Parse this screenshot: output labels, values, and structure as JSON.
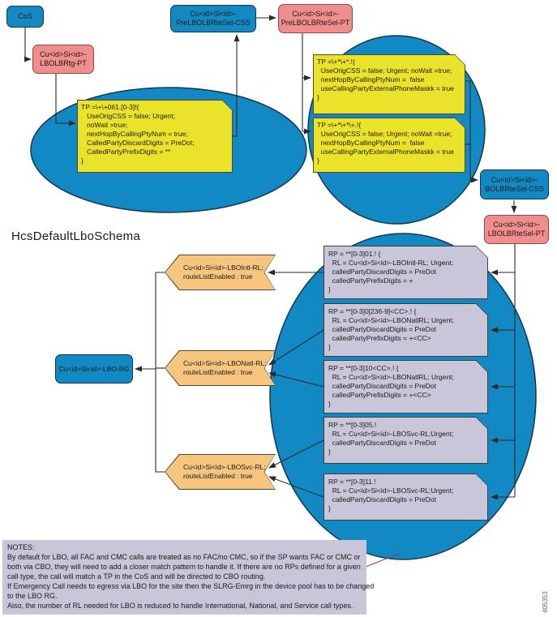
{
  "diagram": {
    "title": "HcsDefaultLboSchema",
    "figure_number": "405353",
    "colors": {
      "blue": "#1289C2",
      "pink": "#F08E8E",
      "yellow": "#EBE22A",
      "orange": "#F7C57E",
      "lavender": "#CAC6D9"
    },
    "nodes": {
      "cos": "CoS",
      "lbolbrtg_pt": "Cu<id>Si<id>-\nLBOLBRtg-PT",
      "prelbolbrtesel_css": "Cu<id>Si<id>-\nPreLBOLBRteSel-CSS",
      "prelbolbrtesel_pt": "Cu<id>Si<id>-\nPreLBOLBRteSel-PT",
      "bolbrtesel_css": "Cu<id>Si<id>-\nBOLBRteSel-CSS",
      "lbolbrtesel_pt": "Cu<id>Si<id>-\nLBOLBRteSel-PT",
      "lbo_rg": "Cu<id>Si<id>-LBO-RG"
    },
    "tp_notes": [
      "TP =\\+\\+061.[0-3]!{\n   UseOrigCSS = false; Urgent;\n   noWait =true;\n   nextHopByCallingPtyNum = true;\n   CalledPartyDiscardDigits = PreDot;\n   CalledPartyPrefixDigits = **\n}",
      "TP =\\+*\\+*.!{\n  UseOrigCSS = false; Urgent; noWait =true;\n  nextHopByCallingPtyNum =  false\n  useCallingPartyExternalPhoneMaskk = true\n}",
      "TP =\\+*\\+*\\+.!{\n  UseOrigCSS = false; Urgent; noWait =true;\n  nextHopByCallingPtyNum =  false\n  useCallingPartyExternalPhoneMaskk = true\n}"
    ],
    "rp_boxes": [
      "RP = **[0-3]01.! {\n  RL = Cu<id>Si<id>-LBOIntl-RL; Urgent;\n  calledPartyDiscardDigits = PreDot\n  calledPartyPrefixDigits = +\n}",
      "RP = **[0-3]0[236-9]<CC>.! {\n  RL = Cu<id>Si<id>-LBONatlRL; Urgent;\n  calledPartyDiscardDigits = PreDot\n  calledPartyPrefixDigits = +<CC>\n}",
      "RP = **[0-3]10<CC>.! {\n  RL = Cu<id>Si<id>-LBONatlRL; Urgent;\n  calledPartyDiscardDigits = PreDot\n  calledPartyPrefixDigits = +<CC>\n}",
      "RP = **[0-3]05.!\n  RL = Cu<id>Si<id>-LBOSvc-RL;Urgent;\n  calledPartyDiscardDigits = PreDot\n}",
      "RP = **[0-3]11.!\n  RL = Cu<id>Si<id>-LBOSvc-RL;Urgent;\n  calledPartyDiscardDigits = PreDot\n}"
    ],
    "route_lists": [
      "Cu<id>Si<id>-LBOIntl-RL;\nrouteListEnabled : true",
      "Cu<id>Si<id>-LBONatl-RL;\nrouteListEnabled : true",
      "Cu<id>Si<id>-LBOSvc-RL;\nrouteListEnabled : true"
    ],
    "notes_text": "NOTES:\nBy default for LBO, all FAC and CMC calls are treated as no FAC/no CMC, so if the SP wants FAC or CMC or\nboth via CBO, they will need to add a closer match pattern to handle it. If there are no RPs defined for a given\ncall type, the call will match a TP in the CoS and will be directed to CBO routing.\nIf Emergency Call needs to egress via LBO for the site then the SLRG-Emrg in the device pool has to be changed\nto the LBO RG.\nAlso, the number of RL needed for LBO is reduced to handle International, National, and Service call types."
  }
}
